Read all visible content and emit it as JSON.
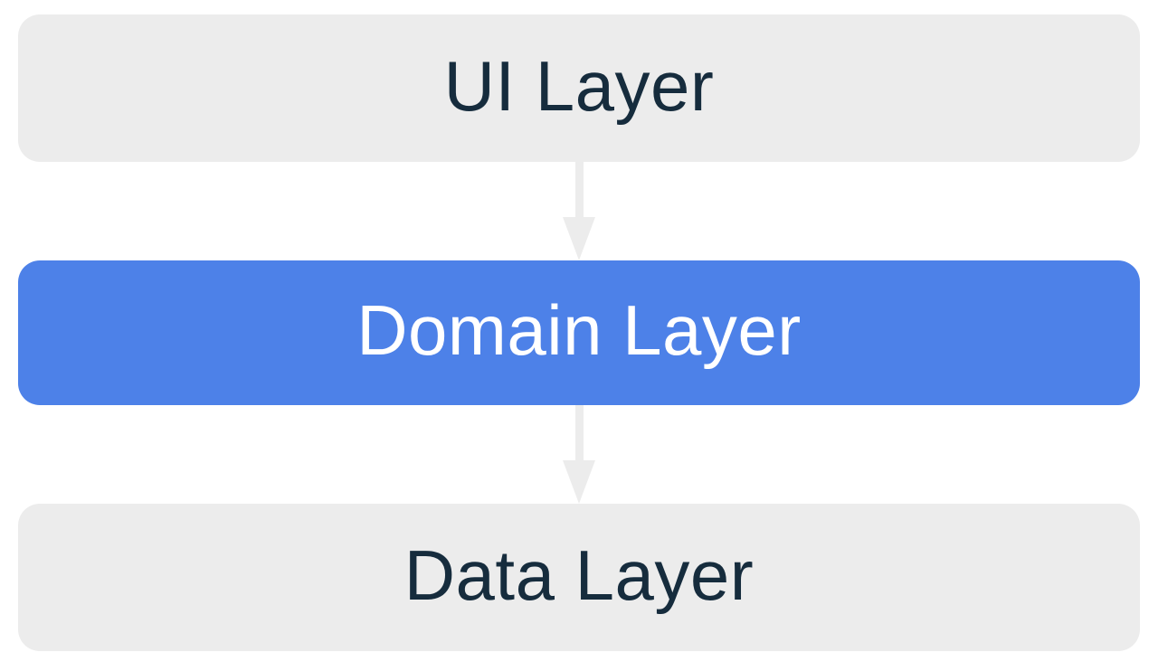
{
  "colors": {
    "background": "#ffffff",
    "node-inactive-bg": "#ececec",
    "node-active-bg": "#4d81e8",
    "text-dark": "#162c3d",
    "text-light": "#ffffff",
    "arrow": "#ececec"
  },
  "diagram": {
    "type": "layered-architecture",
    "nodes": [
      {
        "label": "UI Layer",
        "state": "default"
      },
      {
        "label": "Domain Layer",
        "state": "highlighted"
      },
      {
        "label": "Data Layer",
        "state": "default"
      }
    ],
    "connections": [
      {
        "from": "UI Layer",
        "to": "Domain Layer",
        "direction": "down"
      },
      {
        "from": "Domain Layer",
        "to": "Data Layer",
        "direction": "down"
      }
    ]
  }
}
